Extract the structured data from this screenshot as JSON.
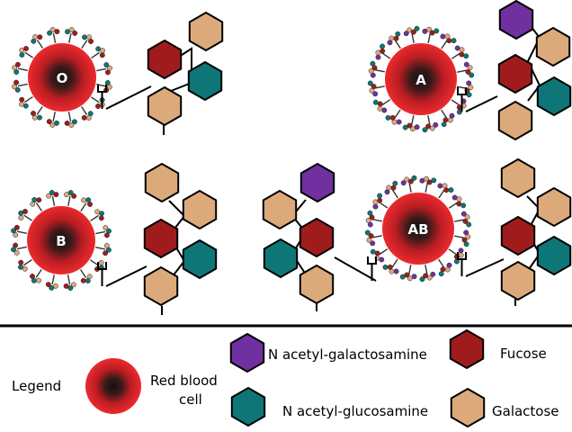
{
  "colors": {
    "cell_outer": "#e8282c",
    "cell_mid": "#b61e24",
    "cell_core": "#1a1a1a",
    "n_acetyl_galactosamine": "#7030a0",
    "fucose": "#a01c1c",
    "n_acetyl_glucosamine": "#0e7676",
    "galactose": "#dcaa7a",
    "outline": "#000000",
    "separator": "#000000"
  },
  "cells": {
    "o": {
      "label": "O"
    },
    "a": {
      "label": "A"
    },
    "b": {
      "label": "B"
    },
    "ab": {
      "label": "AB"
    }
  },
  "legend": {
    "title": "Legend",
    "rbc_line1": "Red blood",
    "rbc_line2": "cell",
    "nacgal": "N acetyl-galactosamine",
    "fucose": "Fucose",
    "nacglc": "N acetyl-glucosamine",
    "galactose": "Galactose"
  }
}
